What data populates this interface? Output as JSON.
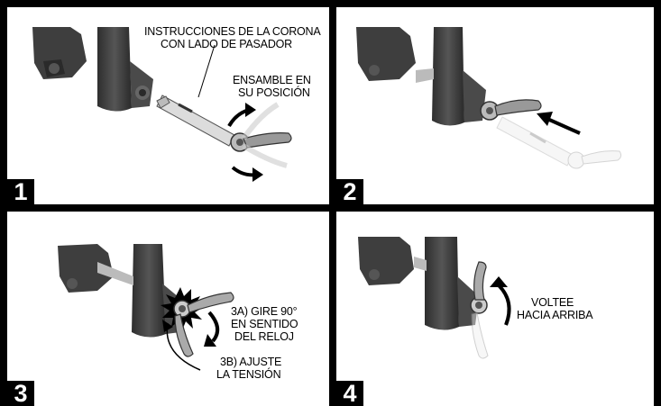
{
  "steps": [
    {
      "number": "1",
      "labels": [
        "INSTRUCCIONES DE LA CORONA",
        "CON LADO DE PASADOR",
        "ENSAMBLE EN",
        "SU POSICIÓN"
      ]
    },
    {
      "number": "2",
      "labels": []
    },
    {
      "number": "3",
      "labels": [
        "3A) GIRE 90°",
        "EN SENTIDO",
        "DEL RELOJ",
        "3B) AJUSTE",
        "LA TENSIÓN"
      ]
    },
    {
      "number": "4",
      "labels": [
        "VOLTEE",
        "HACIA ARRIBA"
      ]
    }
  ],
  "colors": {
    "background": "#000000",
    "panel": "#ffffff",
    "fork": "#3c3c3c",
    "axle": "#d9d9d9",
    "ghost": "#dcdcdc"
  },
  "icons": [
    "fork-leg-icon",
    "thru-axle-icon",
    "quick-release-lever-icon",
    "curved-arrow-icon",
    "straight-arrow-icon"
  ]
}
